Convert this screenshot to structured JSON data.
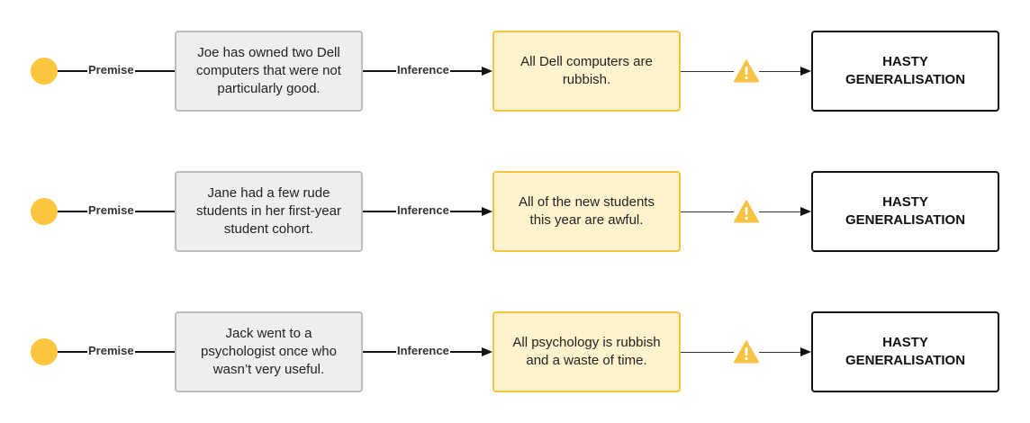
{
  "colors": {
    "start_node": "#fdc43f",
    "premise_fill": "#eeeeee",
    "premise_border": "#bdbdbd",
    "inference_fill": "#fff2cc",
    "inference_border": "#f5c242",
    "fallacy_border": "#111111",
    "warning": "#f5c242"
  },
  "rows": [
    {
      "premise_label": "Premise",
      "premise": "Joe has owned two Dell computers that were not particularly good.",
      "inference_label": "Inference",
      "inference": "All Dell computers are rubbish.",
      "warning_icon": "warning-triangle-icon",
      "fallacy": "HASTY GENERALISATION"
    },
    {
      "premise_label": "Premise",
      "premise": "Jane had a few rude students in her first-year student cohort.",
      "inference_label": "Inference",
      "inference": "All of the new students this year are awful.",
      "warning_icon": "warning-triangle-icon",
      "fallacy": "HASTY GENERALISATION"
    },
    {
      "premise_label": "Premise",
      "premise": "Jack went to a psychologist once who wasn’t very useful.",
      "inference_label": "Inference",
      "inference": "All psychology is rubbish and a waste of time.",
      "warning_icon": "warning-triangle-icon",
      "fallacy": "HASTY GENERALISATION"
    }
  ]
}
